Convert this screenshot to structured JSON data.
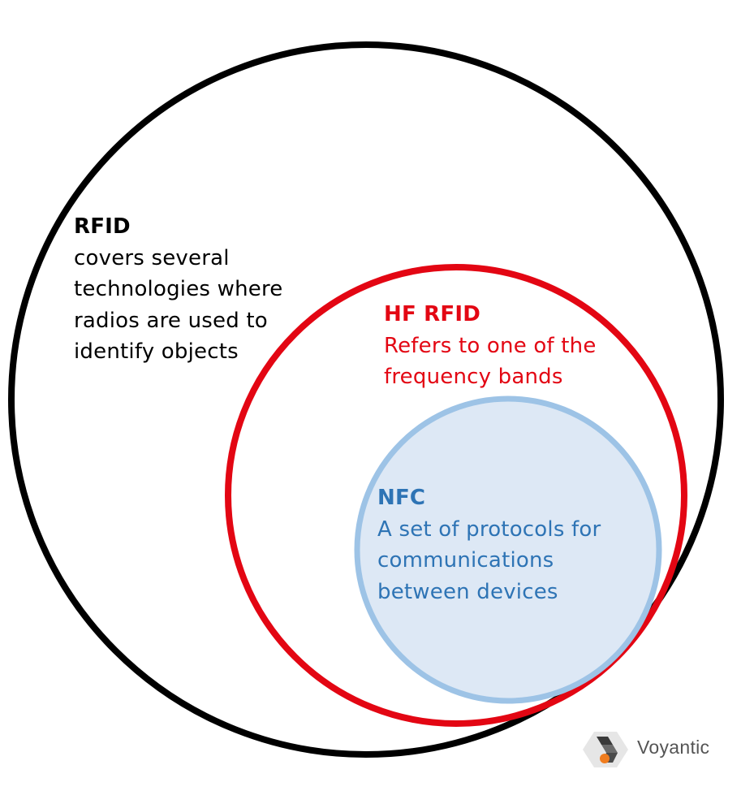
{
  "rfid": {
    "title": "RFID",
    "lines": [
      "covers several",
      "technologies where",
      "radios are used to",
      "identify objects"
    ],
    "color": "#000000"
  },
  "hf_rfid": {
    "title": "HF RFID",
    "lines": [
      "Refers to one of the",
      "frequency bands"
    ],
    "color": "#e30613"
  },
  "nfc": {
    "title": "NFC",
    "lines": [
      "A set of protocols for",
      "communications",
      "between devices"
    ],
    "color": "#2e74b5",
    "fill": "#dde8f5",
    "stroke": "#9dc3e6"
  },
  "logo": {
    "brand": "Voyantic",
    "icon": "voyantic-logo-icon"
  }
}
